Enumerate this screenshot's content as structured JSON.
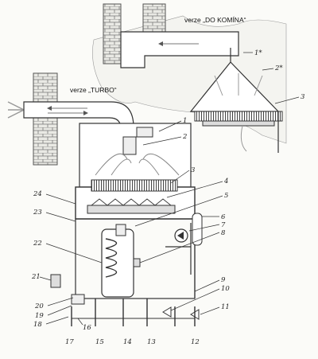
{
  "titles": {
    "chimney": "verze „DO KOMÍNA“",
    "turbo": "verze „TURBO“"
  },
  "labels": {
    "n1": "1",
    "n2": "2",
    "n3": "3",
    "n4": "4",
    "n5": "5",
    "n6": "6",
    "n7": "7",
    "n8": "8",
    "n9": "9",
    "n10": "10",
    "n11": "11",
    "n12": "12",
    "n13": "13",
    "n14": "14",
    "n15": "15",
    "n16": "16",
    "n17": "17",
    "n18": "18",
    "n19": "19",
    "n20": "20",
    "n21": "21",
    "n22": "22",
    "n23": "23",
    "n24": "24",
    "n1s": "1*",
    "n2s": "2*",
    "n3s": "3"
  }
}
